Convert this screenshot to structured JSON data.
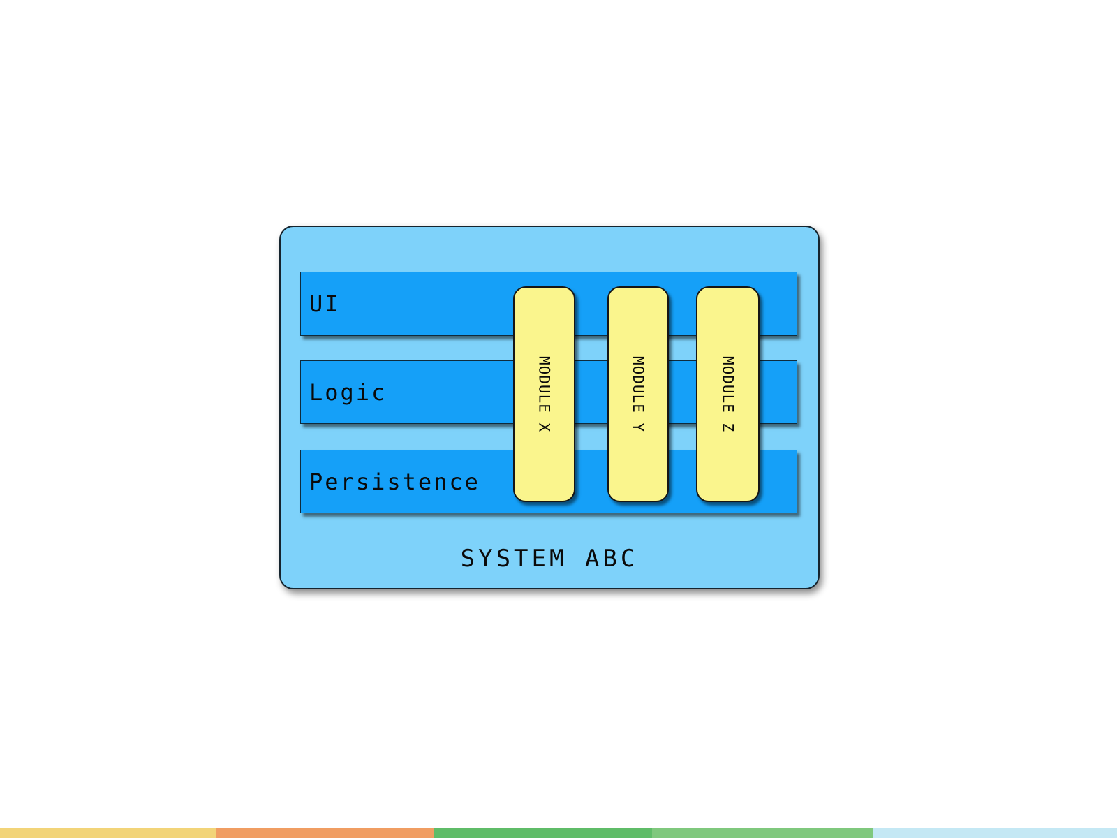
{
  "diagram": {
    "system_label": "SYSTEM ABC",
    "layers": [
      {
        "label": "UI"
      },
      {
        "label": "Logic"
      },
      {
        "label": "Persistence"
      }
    ],
    "modules": [
      {
        "label": "MODULE X"
      },
      {
        "label": "MODULE Y"
      },
      {
        "label": "MODULE Z"
      }
    ]
  },
  "colors": {
    "page_background": "#FFFFFF",
    "system_box_fill": "#7ED2FA",
    "layer_bar_fill": "#15A0F8",
    "module_fill": "#FAF58D",
    "text": "#0A0A0A"
  },
  "footer_stripe": {
    "segments": [
      {
        "name": "yellow",
        "color": "#F2D478"
      },
      {
        "name": "orange",
        "color": "#F09D62"
      },
      {
        "name": "green",
        "color": "#5FBC68"
      },
      {
        "name": "light-green",
        "color": "#7FC87D"
      },
      {
        "name": "pale-blue",
        "color": "#C4E8F4"
      }
    ]
  }
}
